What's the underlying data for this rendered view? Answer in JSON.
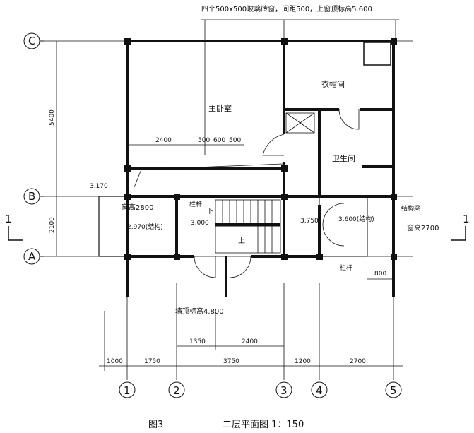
{
  "top_note": "四个500x500玻璃砖窗，间距500，上窗顶标高5.600",
  "rooms": {
    "master_bedroom": "主卧室",
    "cloakroom": "衣帽间",
    "bathroom": "卫生间"
  },
  "axes": {
    "rows": [
      "C",
      "B",
      "A"
    ],
    "cols": [
      "1",
      "2",
      "3",
      "4",
      "5"
    ]
  },
  "dims_bottom": [
    "1000",
    "1750",
    "3750",
    "1200",
    "2700"
  ],
  "dims_second": [
    "1350",
    "2400"
  ],
  "dims_left": [
    "5400",
    "2100"
  ],
  "dims_inner": [
    "2400",
    "500",
    "600",
    "500"
  ],
  "labels": {
    "elev_3170": "3.170",
    "window_2800": "窗高2800",
    "elev_2970": "2.970(结构)",
    "elev_3000": "3.000",
    "railing_1": "栏杆",
    "down": "下",
    "up": "上",
    "elev_3750": "3.750",
    "elev_3600": "3.600(结构)",
    "beam": "结构梁",
    "window_2700": "窗高2700",
    "railing_2": "栏杆",
    "dim_800": "800",
    "wall_top": "墙顶标高4.800"
  },
  "section_mark": "1",
  "caption": {
    "figure": "图3",
    "title": "二层平面图 1：150"
  }
}
